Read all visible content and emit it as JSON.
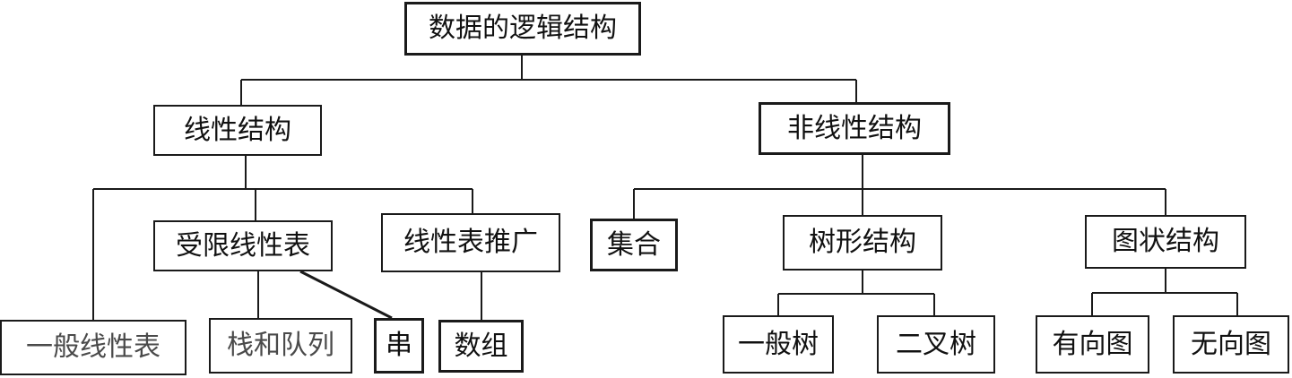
{
  "root": "数据的逻辑结构",
  "linear": {
    "label": "线性结构",
    "children": {
      "restricted": "受限线性表",
      "extension": "线性表推广",
      "general": "一般线性表",
      "stack_queue": "栈和队列",
      "string": "串",
      "array": "数组"
    }
  },
  "nonlinear": {
    "label": "非线性结构",
    "children": {
      "set": "集合",
      "tree": "树形结构",
      "graph": "图状结构",
      "general_tree": "一般树",
      "binary_tree": "二叉树",
      "directed_graph": "有向图",
      "undirected_graph": "无向图"
    }
  }
}
